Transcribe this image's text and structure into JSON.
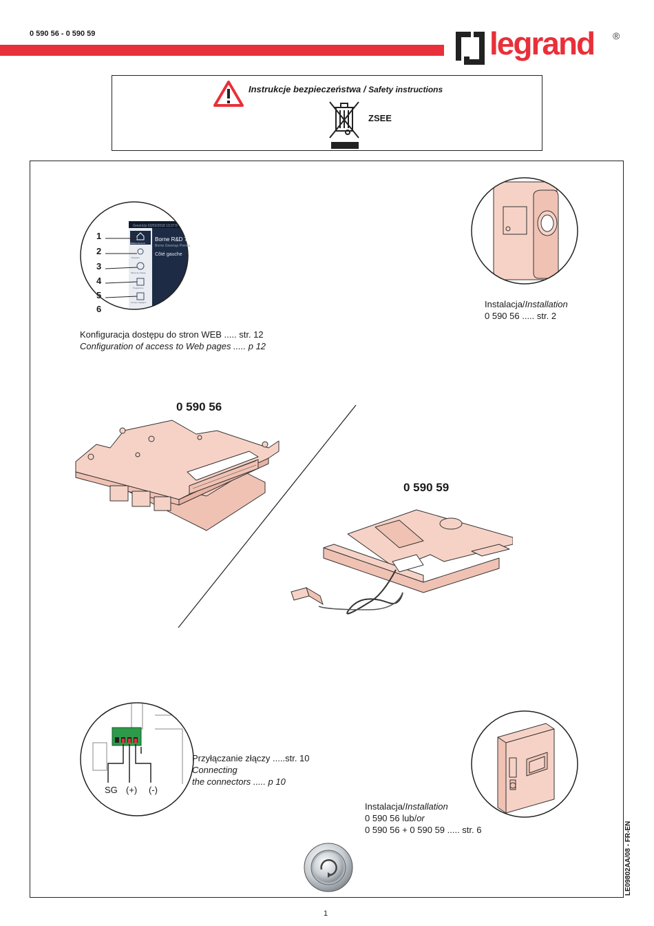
{
  "header": {
    "product_codes": "0 590 56 - 0 590 59",
    "brand": "legrand",
    "registered": "®"
  },
  "safety": {
    "title_pl": "Instrukcje bezpieczeństwa",
    "separator": " / ",
    "title_en": "Safety instructions",
    "weee_label": "ZSEE"
  },
  "web_config": {
    "numbers": [
      "1",
      "2",
      "3",
      "4",
      "5",
      "6"
    ],
    "screen": {
      "header_text": "GreenUp 02/03/2018 13:37:5",
      "title": "Borne R&D Tes",
      "subtitle": "Borne Greenup Premiu",
      "side": "Côté gauche",
      "menu": [
        "Tableau de bord",
        "Réseaux",
        "Mode de charge",
        "Programme",
        "Groupe réglages"
      ]
    },
    "line_pl": "Konfiguracja dostępu do stron WEB ..... str. 12",
    "line_en": "Configuration of access to Web pages ..... p 12"
  },
  "installation_top": {
    "line1_pl": "Instalacja/",
    "line1_en": "Installation",
    "line2": "0 590 56 ..... str. 2"
  },
  "models": {
    "left": "0 590 56",
    "right": "0 590 59"
  },
  "connectors": {
    "labels": [
      "SG",
      "(+)",
      "(-)"
    ],
    "line1": "Przyłączanie złączy .....str. 10",
    "line2_en": "Connecting",
    "line3_en": "the connectors ..... p 10"
  },
  "installation_bottom": {
    "line1_pl": "Instalacja/",
    "line1_en": "Installation",
    "line2_a": "0 590 56 lub/",
    "line2_b": "or",
    "line3": "0 590 56 + 0 590 59 ..... str. 6"
  },
  "footer": {
    "doc_code": "LE09802AA/08 - FR-EN",
    "page_number": "1"
  },
  "colors": {
    "brand_red": "#e8303a",
    "product_fill": "#f6d2c6",
    "screen_dark": "#1d2b45"
  }
}
